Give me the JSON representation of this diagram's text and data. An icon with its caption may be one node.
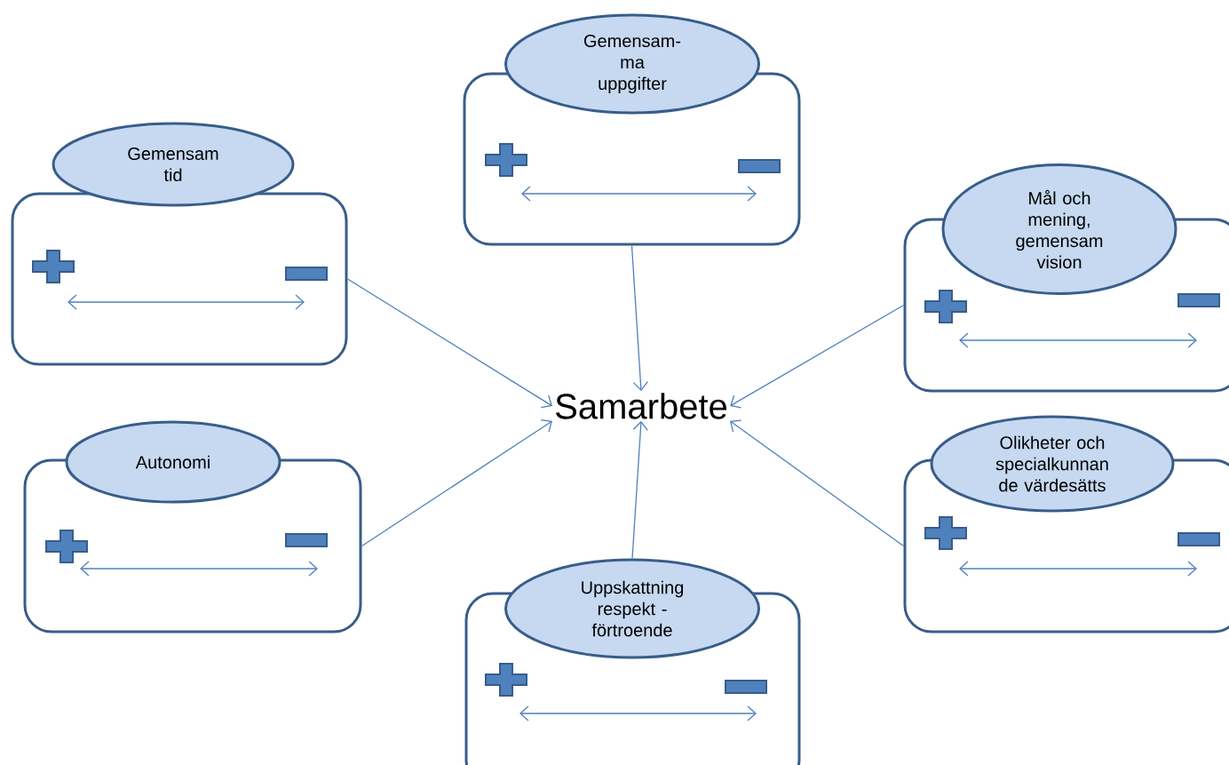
{
  "diagram": {
    "nodes": [
      {
        "text": [
          "Gemensam- ma uppgifter"
        ]
      },
      {
        "text": [],
        "shape": "box"
      },
      {
        "text": [
          "Gemensam tid"
        ]
      },
      {
        "text": [],
        "shape": "box"
      },
      {
        "text": [
          "Mål och mening, gemensam vision"
        ]
      },
      {
        "text": [],
        "shape": "box"
      },
      {
        "text": [
          "Samarbete"
        ]
      },
      {
        "text": [
          "Autonomi"
        ]
      },
      {
        "text": [],
        "shape": "box"
      },
      {
        "text": [
          "Olikheter och specialkunnan de värdesätts"
        ]
      },
      {
        "text": [],
        "shape": "box"
      },
      {
        "text": [
          "Uppskattning respekt - förtroende"
        ]
      },
      {
        "text": [],
        "shape": "box"
      }
    ],
    "edges": [
      {
        "from": 1,
        "to": 6,
        "arrow": "to"
      },
      {
        "from": 3,
        "to": 6,
        "arrow": "to"
      },
      {
        "from": 5,
        "to": 6,
        "arrow": "to"
      },
      {
        "from": 8,
        "to": 6,
        "arrow": "to"
      },
      {
        "from": 10,
        "to": 6,
        "arrow": "to"
      },
      {
        "from": 11,
        "to": 6,
        "arrow": "to"
      }
    ]
  }
}
